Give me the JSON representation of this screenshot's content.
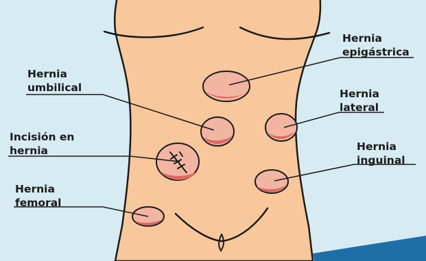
{
  "colors": {
    "background": "#d7ebf3",
    "skin": "#f8c79c",
    "outline": "#1a1a1a",
    "hernia_light": "#f2b5a2",
    "hernia_dark": "#d96a63",
    "corner_band": "#1e6fa8"
  },
  "labels": {
    "epigastrica": [
      "Hernia",
      "epigástrica"
    ],
    "umbilical": [
      "Hernia",
      "umbilical"
    ],
    "lateral": [
      "Hernia",
      "lateral"
    ],
    "incision": [
      "Incisión en",
      "hernia"
    ],
    "inguinal": [
      "Hernia",
      "inguinal"
    ],
    "femoral": [
      "Hernia",
      "femoral"
    ]
  }
}
